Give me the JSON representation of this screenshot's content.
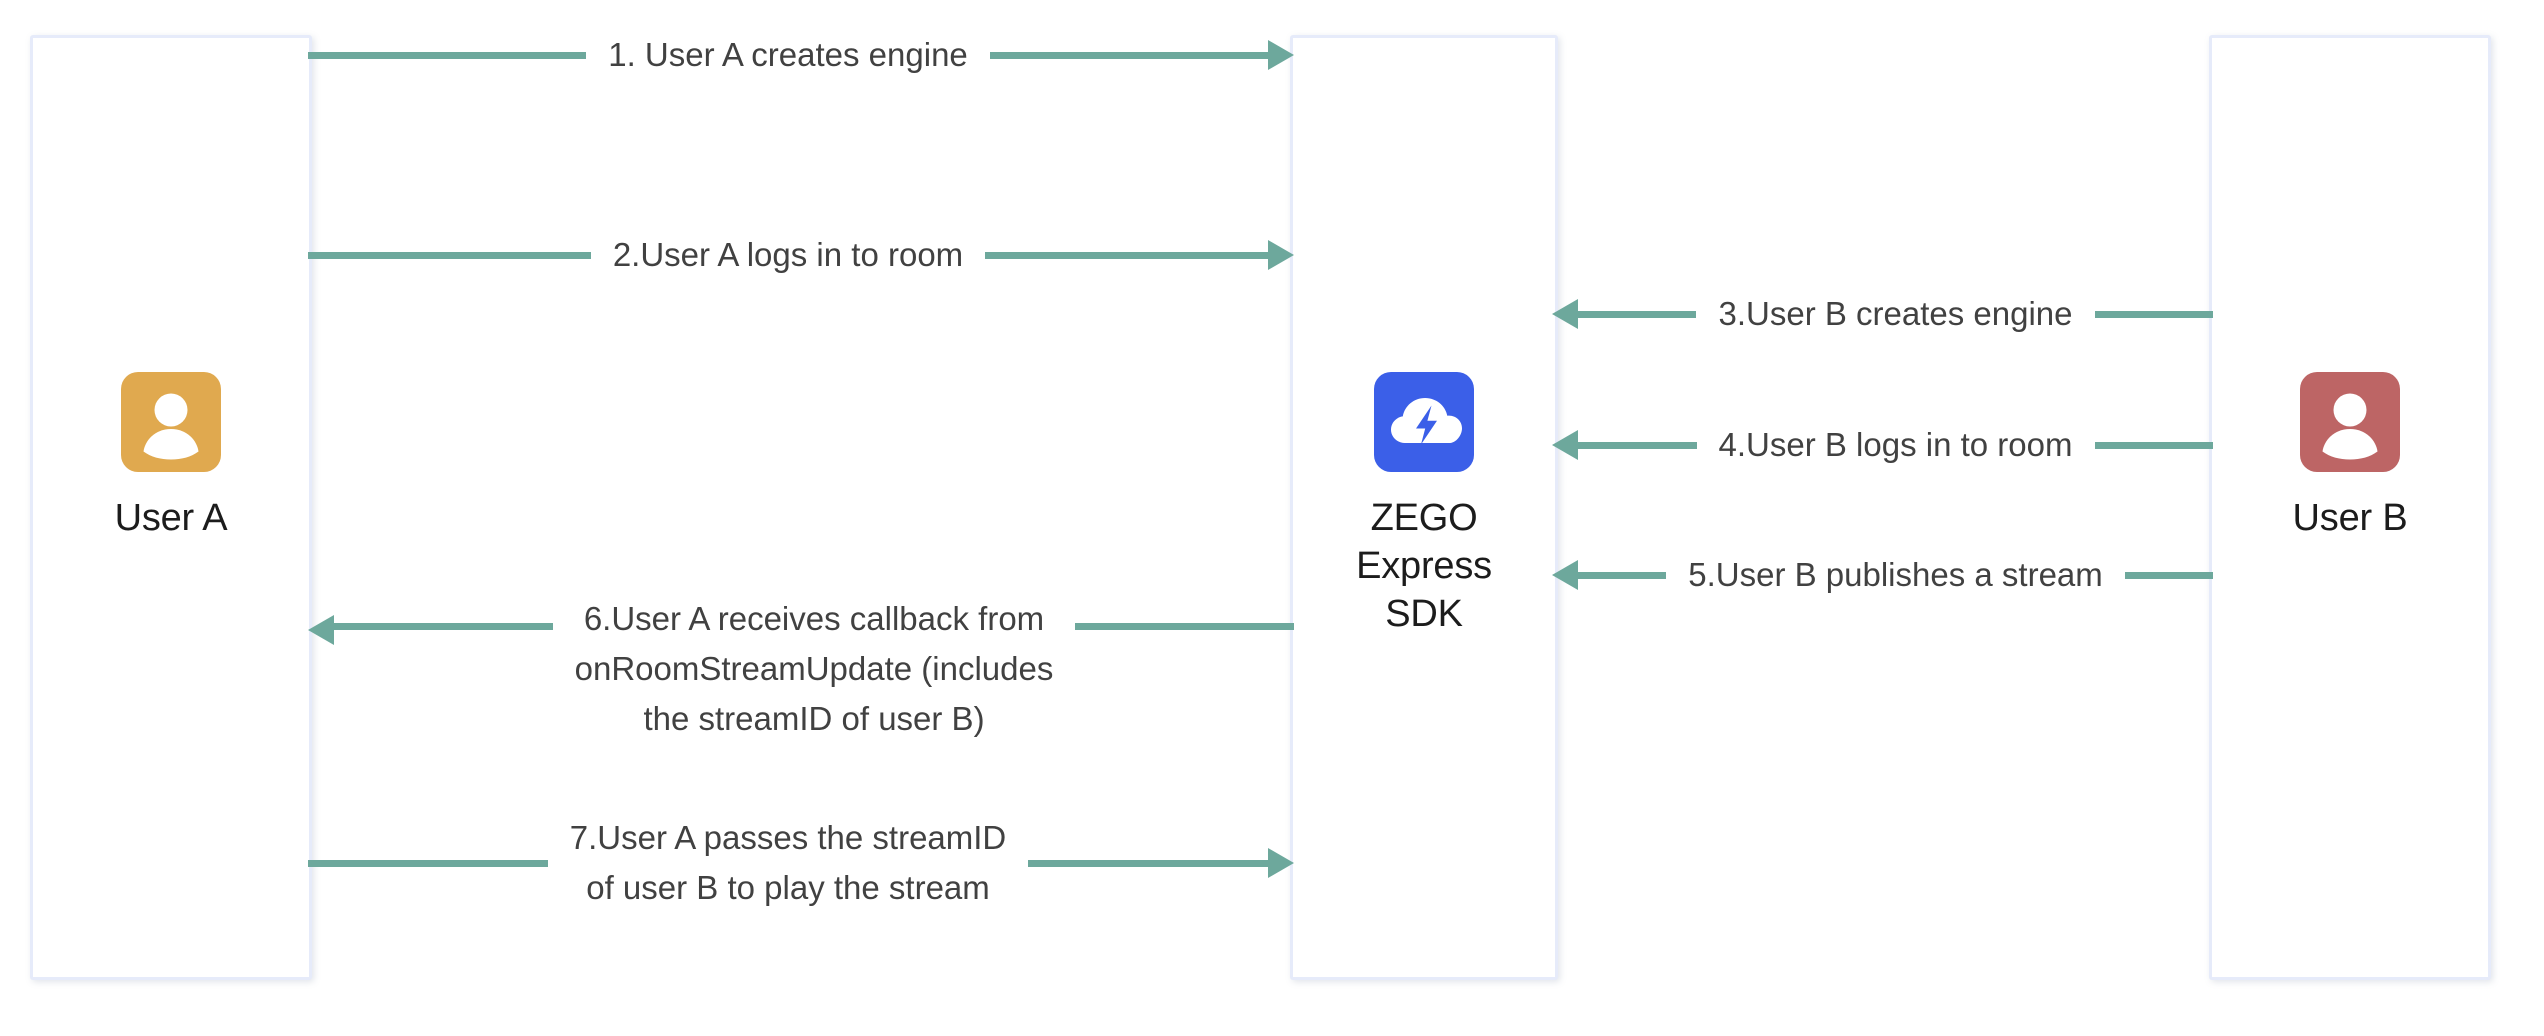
{
  "diagram": {
    "title": "ZEGO Express SDK publish/play sequence",
    "type": "sequence-diagram",
    "colors": {
      "arrow": "#6da89c",
      "lifeline_border": "#e6ebfa",
      "user_a_avatar": "#e0a94f",
      "user_b_avatar": "#bd6565",
      "sdk_logo": "#3b5fe8",
      "label_text": "#414141",
      "actor_text": "#1c1c1c",
      "background": "#ffffff"
    }
  },
  "actors": [
    {
      "id": "user-a",
      "label": "User A",
      "icon": "person-icon",
      "avatar_color": "#e0a94f",
      "position": "left"
    },
    {
      "id": "zego-express-sdk",
      "label": "ZEGO\nExpress\nSDK",
      "icon": "zego-cloud-bolt-icon",
      "avatar_color": "#3b5fe8",
      "position": "center"
    },
    {
      "id": "user-b",
      "label": "User B",
      "icon": "person-icon",
      "avatar_color": "#bd6565",
      "position": "right"
    }
  ],
  "messages": [
    {
      "step": 1,
      "label": "1. User A creates engine",
      "from": "user-a",
      "to": "zego-express-sdk",
      "direction": "right",
      "side": "left"
    },
    {
      "step": 2,
      "label": "2.User A logs in to room",
      "from": "user-a",
      "to": "zego-express-sdk",
      "direction": "right",
      "side": "left"
    },
    {
      "step": 3,
      "label": "3.User B creates engine",
      "from": "user-b",
      "to": "zego-express-sdk",
      "direction": "left",
      "side": "right"
    },
    {
      "step": 4,
      "label": "4.User B logs in to room",
      "from": "user-b",
      "to": "zego-express-sdk",
      "direction": "left",
      "side": "right"
    },
    {
      "step": 5,
      "label": "5.User B publishes a stream",
      "from": "user-b",
      "to": "zego-express-sdk",
      "direction": "left",
      "side": "right"
    },
    {
      "step": 6,
      "label": "6.User A receives callback from\nonRoomStreamUpdate (includes\nthe streamID of user B)",
      "from": "zego-express-sdk",
      "to": "user-a",
      "direction": "left",
      "side": "left"
    },
    {
      "step": 7,
      "label": "7.User A passes the streamID\nof user B to play the stream",
      "from": "user-a",
      "to": "zego-express-sdk",
      "direction": "right",
      "side": "left"
    }
  ]
}
